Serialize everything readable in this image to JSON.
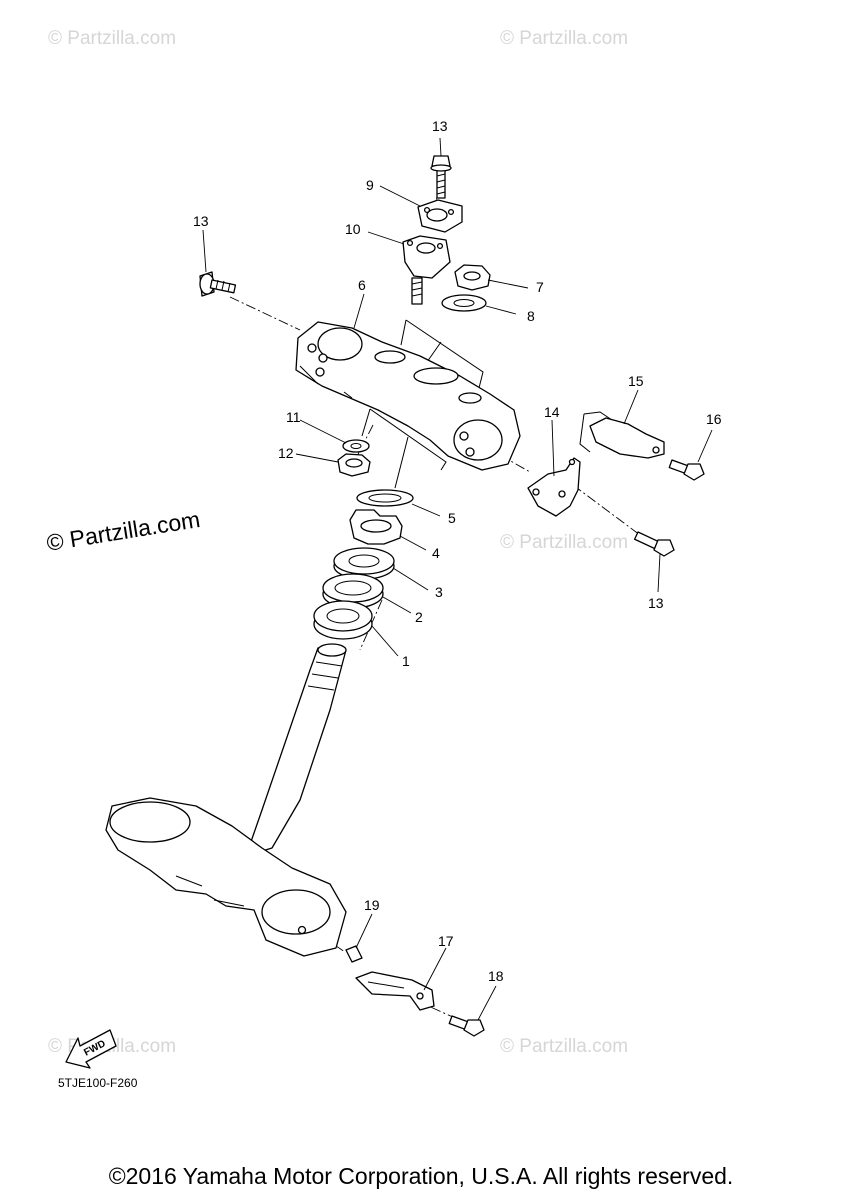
{
  "watermarks": {
    "small": "© Partzilla.com",
    "prominent": "© Partzilla.com"
  },
  "callouts": {
    "c1": "1",
    "c2": "2",
    "c3": "3",
    "c4": "4",
    "c5": "5",
    "c6": "6",
    "c7": "7",
    "c8": "8",
    "c9": "9",
    "c10": "10",
    "c11": "11",
    "c12": "12",
    "c13a": "13",
    "c13b": "13",
    "c13c": "13",
    "c14": "14",
    "c15": "15",
    "c16": "16",
    "c17": "17",
    "c18": "18",
    "c19": "19"
  },
  "fwd_label": "FWD",
  "diagram_code": "5TJE100-F260",
  "copyright": "©2016 Yamaha Motor Corporation, U.S.A. All rights reserved."
}
